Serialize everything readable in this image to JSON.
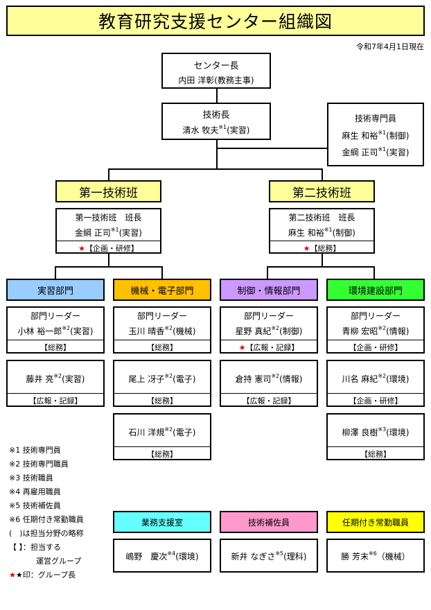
{
  "title": "教育研究支援センター組織図",
  "date": "令和7年4月1日現在",
  "colors": {
    "title_bg": "#ffff99",
    "group_bg": "#ffff99",
    "jisshu": "#99ccff",
    "kikai": "#ffc000",
    "seigyo": "#cc99ff",
    "kankyo": "#33ff33",
    "gyomu": "#66ffff",
    "hosa": "#ff99cc",
    "ninki": "#ffff00",
    "star": "#e00000"
  },
  "director": {
    "role": "センター長",
    "name": "内田 洋彰(教務主事)"
  },
  "tech_head": {
    "role": "技術長",
    "name": "清水 牧夫",
    "sup": "※1",
    "field": "(実習)"
  },
  "specialist": {
    "role": "技術専門員",
    "members": [
      {
        "name": "麻生 和裕",
        "sup": "※1",
        "field": "(制御)"
      },
      {
        "name": "金綱 正司",
        "sup": "※1",
        "field": "(実習)"
      }
    ]
  },
  "groups": [
    {
      "title": "第一技術班",
      "leader_role": "第一技術班　班長",
      "leader_name": "金綱 正司",
      "leader_sup": "※1",
      "leader_field": "(実習)",
      "star": "★",
      "duty": "【企画・研修】"
    },
    {
      "title": "第二技術班",
      "leader_role": "第二技術班　班長",
      "leader_name": "麻生 和裕",
      "leader_sup": "※1",
      "leader_field": "(制御)",
      "star": "★",
      "duty": "【総務】"
    }
  ],
  "departments": [
    {
      "title": "実習部門",
      "leader_role": "部門リーダー",
      "leader": {
        "name": "小林 裕一郎",
        "sup": "※2",
        "field": "(実習)",
        "star": "",
        "duty": "【総務】"
      },
      "members": [
        {
          "name": "藤井 亮",
          "sup": "※2",
          "field": "(実習)",
          "duty": "【広報・記録】"
        }
      ]
    },
    {
      "title": "機械・電子部門",
      "leader_role": "部門リーダー",
      "leader": {
        "name": "玉川 晴香",
        "sup": "※2",
        "field": "(機械)",
        "star": "",
        "duty": "【総務】"
      },
      "members": [
        {
          "name": "尾上 冴子",
          "sup": "※2",
          "field": "(電子)",
          "duty": "【総務】"
        },
        {
          "name": "石川 洋規",
          "sup": "※2",
          "field": "(電子)",
          "duty": "【総務】"
        }
      ]
    },
    {
      "title": "制御・情報部門",
      "leader_role": "部門リーダー",
      "leader": {
        "name": "星野 真紀",
        "sup": "※2",
        "field": "(制御)",
        "star": "★",
        "duty": "【広報・記録】"
      },
      "members": [
        {
          "name": "倉持 憲司",
          "sup": "※2",
          "field": "(情報)",
          "duty": "【広報・記録】"
        }
      ]
    },
    {
      "title": "環境建設部門",
      "leader_role": "部門リーダー",
      "leader": {
        "name": "青柳 宏昭",
        "sup": "※2",
        "field": "(情報)",
        "star": "",
        "duty": "【企画・研修】"
      },
      "members": [
        {
          "name": "川名 麻紀",
          "sup": "※2",
          "field": "(環境)",
          "duty": "【企画・研修】"
        },
        {
          "name": "柳澤 良樹",
          "sup": "※3",
          "field": "(環境)",
          "duty": "【総務】"
        }
      ]
    }
  ],
  "bottom": [
    {
      "title": "業務支援室",
      "name": "嶋野　慶次",
      "sup": "※4",
      "field": "(環境)"
    },
    {
      "title": "技術補佐員",
      "name": "新井 なぎさ",
      "sup": "※5",
      "field": "(理科)"
    },
    {
      "title": "任期付き常勤職員",
      "name": "勝 芳末",
      "sup": "※6",
      "field": "（機械）"
    }
  ],
  "legend": [
    "※1 技術専門員",
    "※2 技術専門職員",
    "※3 技術職員",
    "※4 再雇用職員",
    "※5 技術補佐員",
    "※6 任期付き常勤職員",
    "(　)は担当分野の略称",
    "【 】：担当する",
    "運営グループ",
    "★印：グループ長"
  ]
}
